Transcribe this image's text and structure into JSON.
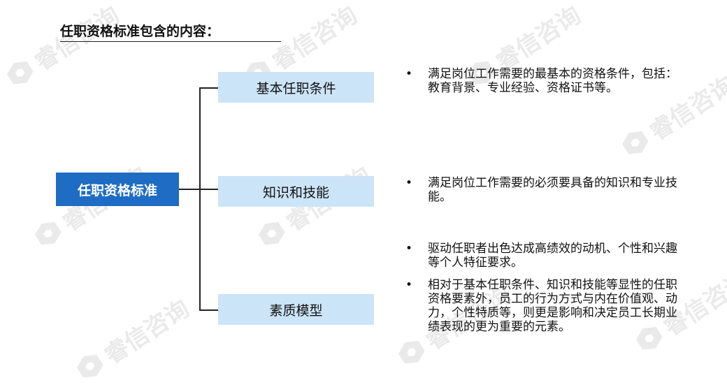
{
  "title": "任职资格标准包含的内容：",
  "root_label": "任职资格标准",
  "nodes": [
    {
      "label": "基本任职条件"
    },
    {
      "label": "知识和技能"
    },
    {
      "label": "素质模型"
    }
  ],
  "descriptions": [
    [
      "满足岗位工作需要的最基本的资格条件，包括：教育背景、专业经验、资格证书等。"
    ],
    [
      "满足岗位工作需要的必须要具备的知识和专业技能。"
    ],
    [
      "驱动任职者出色达成高绩效的动机、个性和兴趣等个人特征要求。",
      "相对于基本任职条件、知识和技能等显性的任职资格要素外，员工的行为方式与内在价值观、动力，个性特质等，则更是影响和决定员工长期业绩表现的更为重要的元素。"
    ]
  ],
  "watermark_text": "睿信咨询",
  "colors": {
    "root_bg": "#1e6cc3",
    "node_bg": "#cce4f7",
    "line": "#222222"
  }
}
